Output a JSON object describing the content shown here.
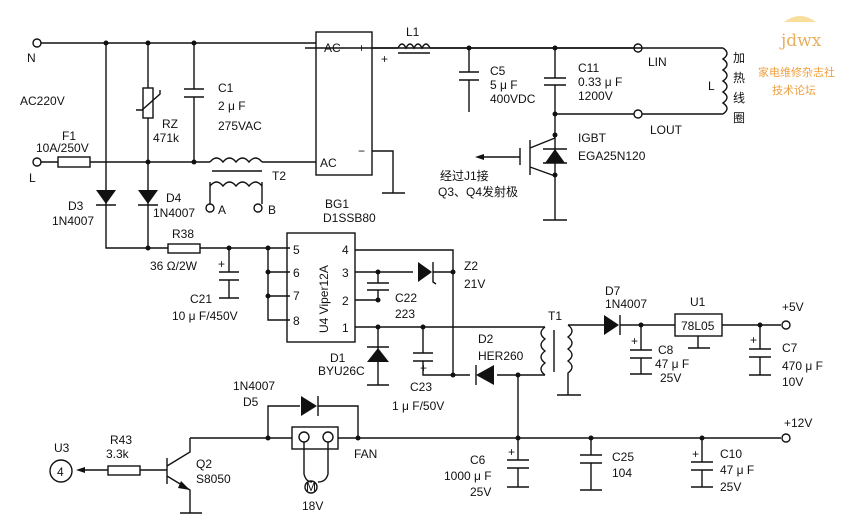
{
  "input": {
    "n": "N",
    "l": "L",
    "ac": "AC220V"
  },
  "fuse": {
    "name": "F1",
    "value": "10A/250V"
  },
  "varistor": {
    "name": "RZ",
    "value": "471k"
  },
  "c1": {
    "name": "C1",
    "value": "2 μ F",
    "rating": "275VAC"
  },
  "t2": {
    "name": "T2",
    "a": "A",
    "b": "B"
  },
  "bridge": {
    "name": "BG1",
    "part": "D1SSB80",
    "ac1": "AC",
    "ac2": "AC",
    "plus": "+",
    "minus": "−",
    "plus_out": "+"
  },
  "d3": {
    "name": "D3",
    "part": "1N4007"
  },
  "d4": {
    "name": "D4",
    "part": "1N4007"
  },
  "l1": {
    "name": "L1"
  },
  "c5": {
    "name": "C5",
    "value": "5 μ F",
    "rating": "400VDC"
  },
  "c11": {
    "name": "C11",
    "value": "0.33 μ F",
    "rating": "1200V"
  },
  "coil": {
    "lin": "LIN",
    "lout": "LOUT",
    "l": "L",
    "label": [
      "加",
      "热",
      "线",
      "圈"
    ]
  },
  "igbt": {
    "name": "IGBT",
    "part": "EGA25N120",
    "note1": "经过J1接",
    "note2": "Q3、Q4发射极"
  },
  "r38": {
    "name": "R38",
    "value": "36 Ω/2W"
  },
  "c21": {
    "name": "C21",
    "value": "10 μ F/450V"
  },
  "u4": {
    "name": "U4 Viper12A",
    "pins_left": [
      "5",
      "6",
      "7",
      "8"
    ],
    "pins_right": [
      "4",
      "3",
      "2",
      "1"
    ]
  },
  "z2": {
    "name": "Z2",
    "value": "21V"
  },
  "c22": {
    "name": "C22",
    "value": "223"
  },
  "d1": {
    "name": "D1",
    "part": "BYU26C"
  },
  "c23": {
    "name": "C23",
    "value": "1 μ F/50V"
  },
  "d2": {
    "name": "D2",
    "part": "HER260"
  },
  "t1": {
    "name": "T1"
  },
  "d7": {
    "name": "D7",
    "part": "1N4007"
  },
  "u1": {
    "name": "U1",
    "part": "78L05"
  },
  "c8": {
    "name": "C8",
    "value": "47 μ F",
    "rating": "25V"
  },
  "c7": {
    "name": "C7",
    "value": "470 μ F",
    "rating": "10V"
  },
  "out5": "+5V",
  "out12": "+12V",
  "c6": {
    "name": "C6",
    "value": "1000 μ F",
    "rating": "25V"
  },
  "c25": {
    "name": "C25",
    "value": "104"
  },
  "c10": {
    "name": "C10",
    "value": "47 μ F",
    "rating": "25V"
  },
  "d5": {
    "name": "D5",
    "part": "1N4007"
  },
  "fan": {
    "label": "FAN",
    "motor": "M",
    "voltage": "18V"
  },
  "q2": {
    "name": "Q2",
    "part": "S8050"
  },
  "r43": {
    "name": "R43",
    "value": "3.3k"
  },
  "u3": {
    "name": "U3",
    "pin": "4"
  },
  "watermark": {
    "logo": "jdwx",
    "line1": "家电维修杂志社",
    "line2": "技术论坛"
  }
}
